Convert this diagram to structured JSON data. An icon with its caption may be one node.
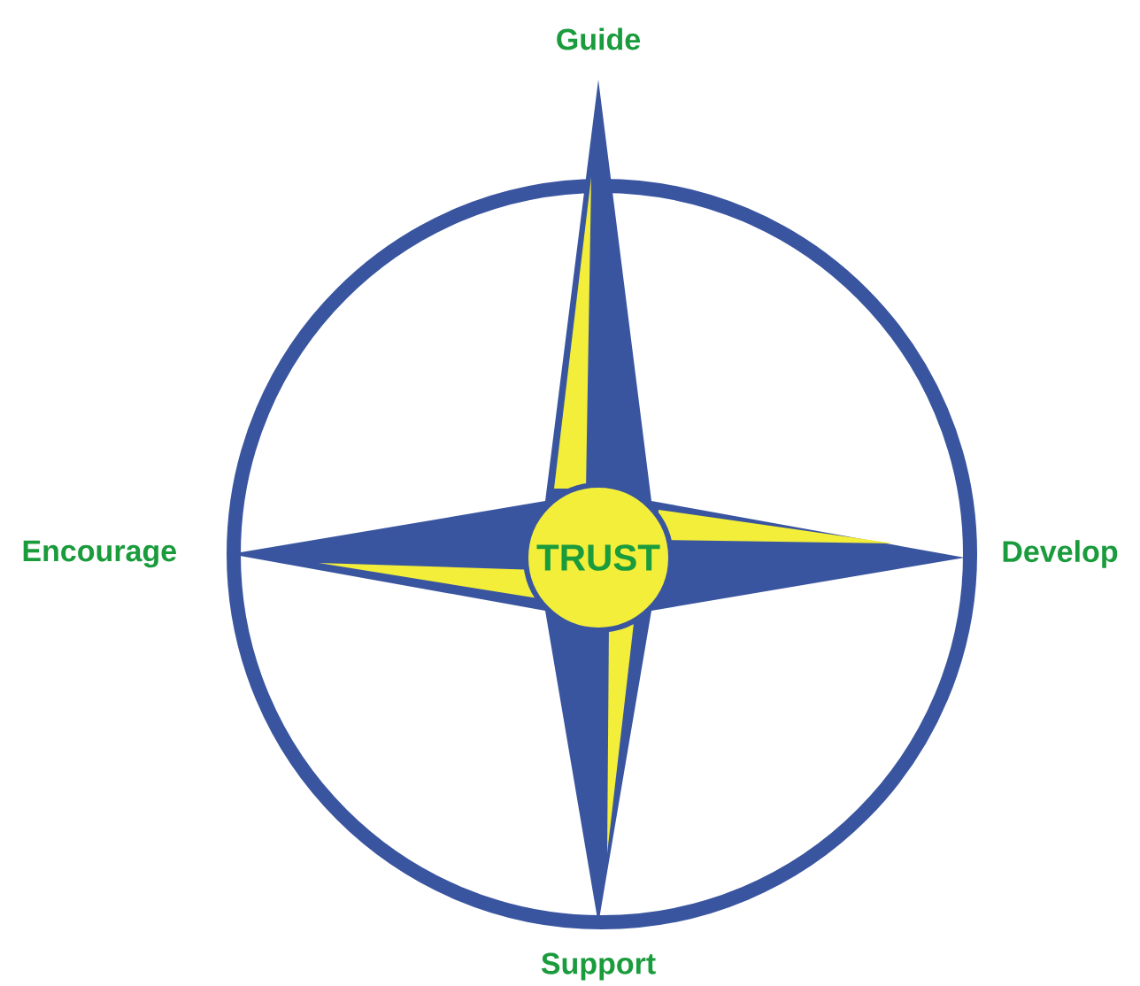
{
  "diagram": {
    "nodes": [
      {
        "text": [
          "TRUST"
        ]
      }
    ],
    "labels": [
      "Guide",
      "Encourage",
      "Develop",
      "Support"
    ]
  }
}
